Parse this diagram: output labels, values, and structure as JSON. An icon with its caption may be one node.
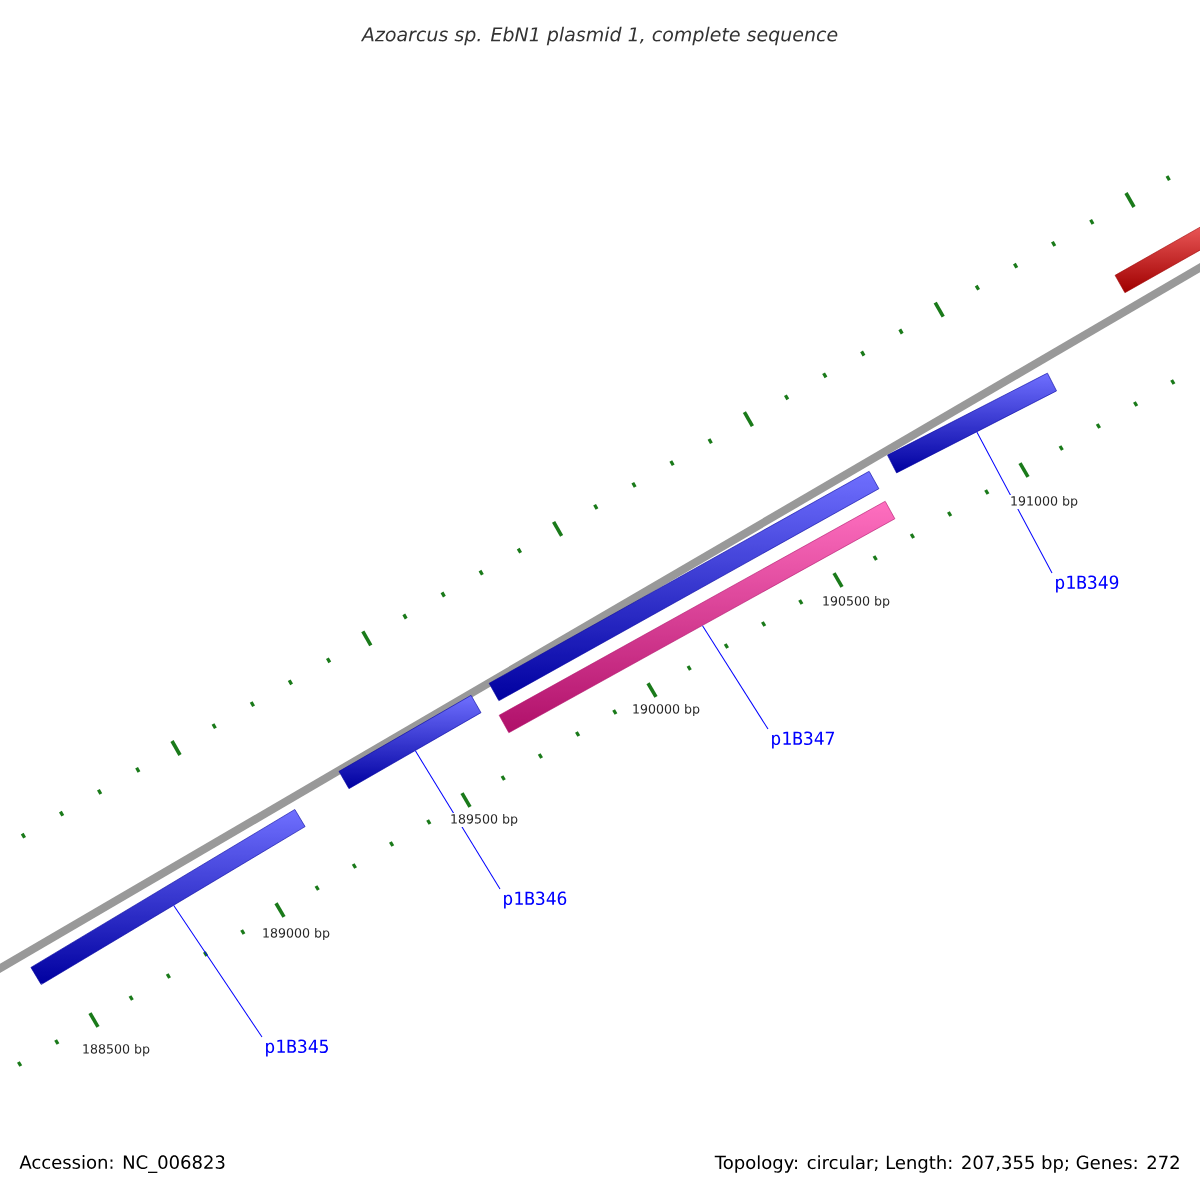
{
  "diagram": {
    "title": "Azoarcus sp. EbN1 plasmid 1, complete sequence",
    "nodes": [
      {
        "text": [],
        "shape": "bar"
      },
      {
        "text": [],
        "shape": "bar"
      },
      {
        "text": [],
        "shape": "bar"
      },
      {
        "text": [],
        "shape": "bar"
      },
      {
        "text": [],
        "shape": "bar"
      },
      {
        "text": [],
        "shape": "bar"
      },
      {
        "text": [
          "p1B345"
        ]
      },
      {
        "text": [
          "p1B346"
        ]
      },
      {
        "text": [
          "p1B347"
        ]
      },
      {
        "text": [
          "p1B349"
        ]
      }
    ],
    "edges": [
      {
        "from": 6,
        "to": 0,
        "arrow": "none"
      },
      {
        "from": 7,
        "to": 1,
        "arrow": "none"
      },
      {
        "from": 8,
        "to": 3,
        "arrow": "none"
      },
      {
        "from": 9,
        "to": 4,
        "arrow": "none"
      }
    ],
    "labels": [
      "191000 bp",
      "190500 bp",
      "190000 bp",
      "189500 bp",
      "189000 bp",
      "188500 bp",
      "Accession: NC_006823",
      "Topology: circular; Length: 207,355 bp; Genes: 272"
    ]
  }
}
